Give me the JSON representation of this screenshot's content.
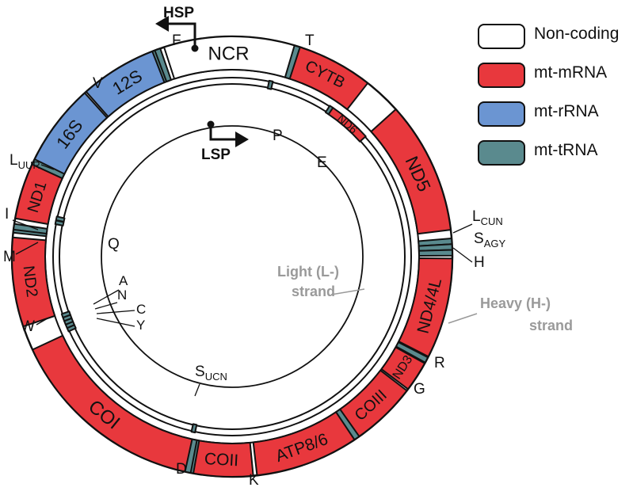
{
  "colors": {
    "non_coding": "#ffffff",
    "mt_mrna": "#e8383d",
    "mt_rrna": "#6b95d2",
    "mt_trna": "#5a8a8e",
    "outline": "#111111",
    "strand_label": "#9a9a9a"
  },
  "legend": [
    {
      "label": "Non-coding",
      "type": "non_coding"
    },
    {
      "label": "mt-mRNA",
      "type": "mt_mrna"
    },
    {
      "label": "mt-rRNA",
      "type": "mt_rrna"
    },
    {
      "label": "mt-tRNA",
      "type": "mt_trna"
    }
  ],
  "promoters": {
    "heavy": "HSP",
    "light": "LSP"
  },
  "strands": {
    "light": [
      "Light (L-)",
      "strand"
    ],
    "heavy": [
      "Heavy (H-)",
      "strand"
    ]
  },
  "heavy_strand_segments": [
    {
      "label": "NCR",
      "type": "non_coding"
    },
    {
      "label": "CYTB",
      "type": "mt_mrna"
    },
    {
      "label": "ND5",
      "type": "mt_mrna"
    },
    {
      "label": "ND4/4L",
      "type": "mt_mrna"
    },
    {
      "label": "ND3",
      "type": "mt_mrna"
    },
    {
      "label": "COIII",
      "type": "mt_mrna"
    },
    {
      "label": "ATP8/6",
      "type": "mt_mrna"
    },
    {
      "label": "COII",
      "type": "mt_mrna"
    },
    {
      "label": "COI",
      "type": "mt_mrna"
    },
    {
      "label": "ND2",
      "type": "mt_mrna"
    },
    {
      "label": "ND1",
      "type": "mt_mrna"
    },
    {
      "label": "16S",
      "type": "mt_rrna"
    },
    {
      "label": "12S",
      "type": "mt_rrna"
    }
  ],
  "light_strand_segments": [
    {
      "label": "ND6",
      "type": "mt_mrna"
    }
  ],
  "trna_labels": {
    "F": "F",
    "T": "T",
    "V": "V",
    "L_UUR": {
      "main": "L",
      "sub": "UUR"
    },
    "I": "I",
    "M": "M",
    "W": "W",
    "L_CUN": {
      "main": "L",
      "sub": "CUN"
    },
    "S_AGY": {
      "main": "S",
      "sub": "AGY"
    },
    "H": "H",
    "R": "R",
    "G": "G",
    "D": "D",
    "K": "K",
    "P": "P",
    "E": "E",
    "Q": "Q",
    "A": "A",
    "N": "N",
    "C": "C",
    "Y": "Y",
    "S_UCN": {
      "main": "S",
      "sub": "UCN"
    }
  }
}
